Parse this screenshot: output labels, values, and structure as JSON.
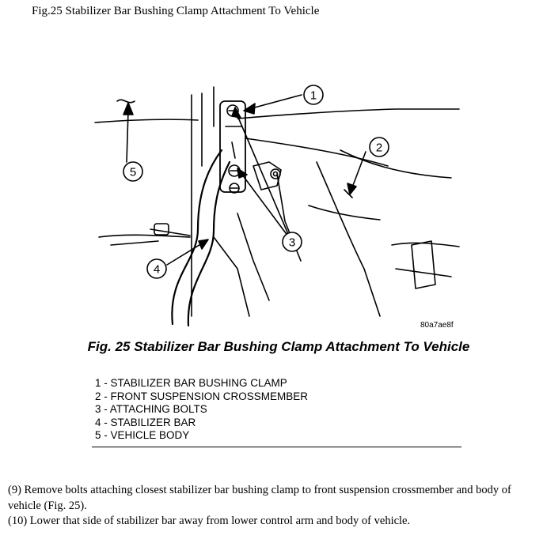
{
  "doc_title": "Fig.25 Stabilizer Bar Bushing Clamp Attachment To Vehicle",
  "figure": {
    "code": "80a7ae8f",
    "callouts": [
      "1",
      "2",
      "3",
      "4",
      "5"
    ],
    "caption": "Fig. 25 Stabilizer Bar Bushing Clamp Attachment To Vehicle",
    "legend": [
      "1 - STABILIZER BAR BUSHING CLAMP",
      "2 - FRONT SUSPENSION CROSSMEMBER",
      "3 - ATTACHING BOLTS",
      "4 - STABILIZER BAR",
      "5 - VEHICLE BODY"
    ]
  },
  "steps": [
    "(9) Remove bolts attaching closest stabilizer bar bushing clamp to front suspension crossmember and body of vehicle (Fig. 25).",
    "(10) Lower that side of stabilizer bar away from lower control arm and body of vehicle."
  ]
}
